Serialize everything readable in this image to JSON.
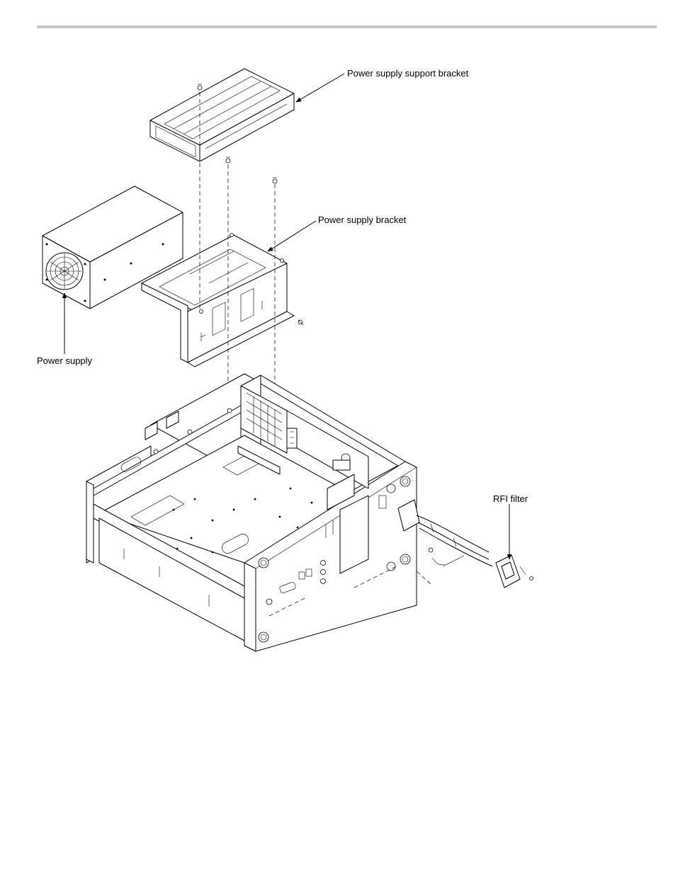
{
  "callouts": {
    "support_bracket": "Power supply support bracket",
    "bracket": "Power supply bracket",
    "power_supply": "Power supply",
    "rfi_filter": "RFI filter"
  }
}
